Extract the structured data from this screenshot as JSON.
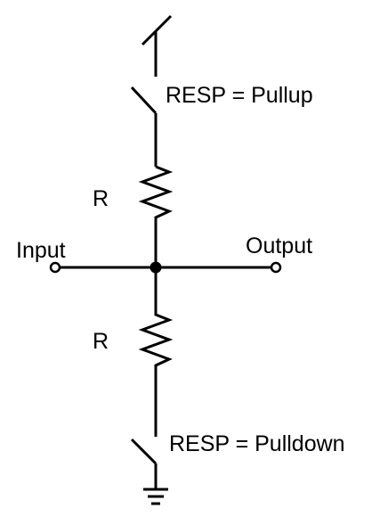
{
  "labels": {
    "pullup": "RESP = Pullup",
    "pulldown": "RESP = Pulldown",
    "input": "Input",
    "output": "Output",
    "resistor_top": "R",
    "resistor_bottom": "R"
  }
}
